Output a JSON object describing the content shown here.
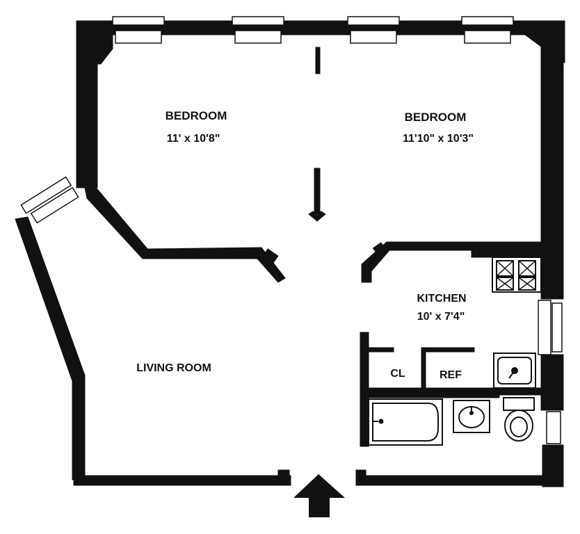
{
  "rooms": {
    "bedroom_left": {
      "name": "BEDROOM",
      "dimensions": "11' x 10'8\""
    },
    "bedroom_right": {
      "name": "BEDROOM",
      "dimensions": "11'10\" x 10'3\""
    },
    "kitchen": {
      "name": "KITCHEN",
      "dimensions": "10' x 7'4\""
    },
    "living_room": {
      "name": "LIVING ROOM"
    },
    "closet": {
      "name": "CL"
    },
    "refrigerator": {
      "name": "REF"
    }
  },
  "colors": {
    "wall": "#111111",
    "background": "#ffffff"
  },
  "fixtures": [
    "stove-icon",
    "kitchen-sink-icon",
    "bathtub-icon",
    "bathroom-sink-icon",
    "toilet-icon",
    "window-icon",
    "entry-arrow-icon"
  ]
}
